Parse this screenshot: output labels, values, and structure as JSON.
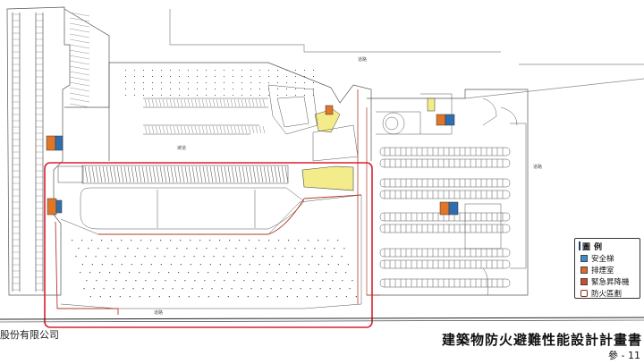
{
  "footer": {
    "company": "股份有限公司",
    "title": "建築物防火避難性能設計計畫書",
    "page": "參 - 11"
  },
  "legend": {
    "title": "圖例",
    "items": [
      {
        "label": "安全梯",
        "color": "#3a8fc9"
      },
      {
        "label": "排煙室",
        "color": "#e06a2a"
      },
      {
        "label": "緊急昇降機",
        "color": "#d24b2a"
      },
      {
        "label": "防火區劃",
        "color": "#ffffff",
        "border": "#8a2b1a"
      }
    ]
  },
  "plan_labels": {
    "top_road": "道路",
    "right_road": "道路",
    "bottom_road": "道路",
    "ramp": "坡道"
  },
  "colors": {
    "highlight_box": "#d8212b",
    "fire_zone_line": "#b33a2a",
    "stair_blue": "#2f6fb0",
    "smoke_orange": "#e0762a",
    "yellow_room": "#f4ec8a"
  }
}
